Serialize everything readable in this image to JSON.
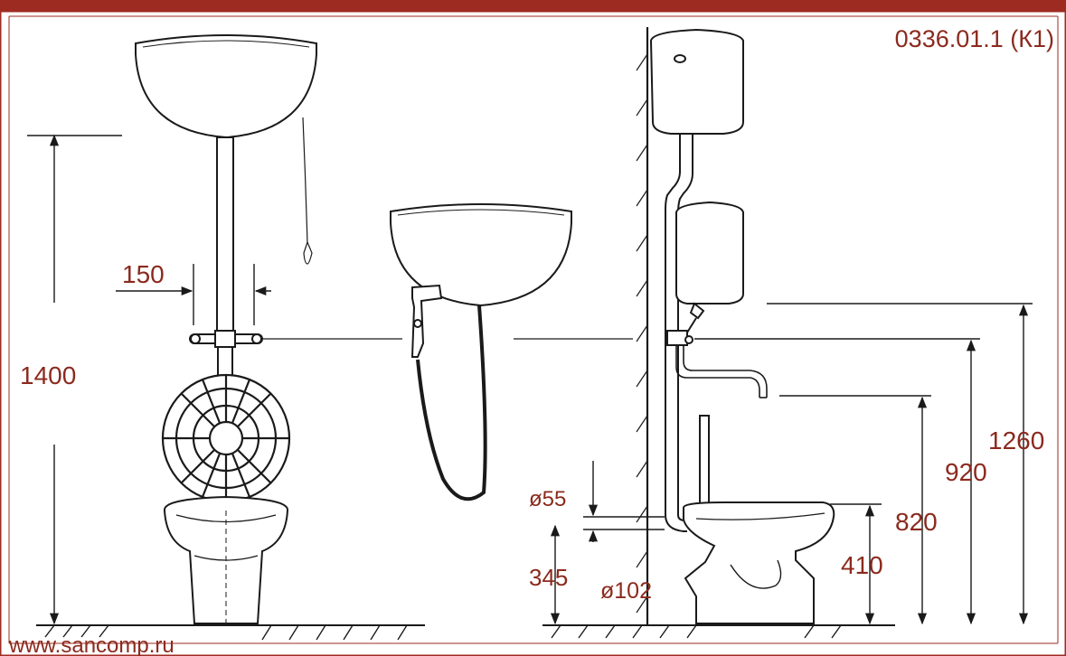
{
  "drawing_code": "0336.01.1 (К1)",
  "website": "www.sancomp.ru",
  "dimensions": {
    "d1400": "1400",
    "d150": "150",
    "d55": "ø55",
    "d345": "345",
    "d102": "ø102",
    "d410": "410",
    "d820": "820",
    "d920": "920",
    "d1260": "1260"
  },
  "colors": {
    "border": "#9e2b22",
    "text": "#8b2a1e",
    "line": "#1a1a1a"
  }
}
